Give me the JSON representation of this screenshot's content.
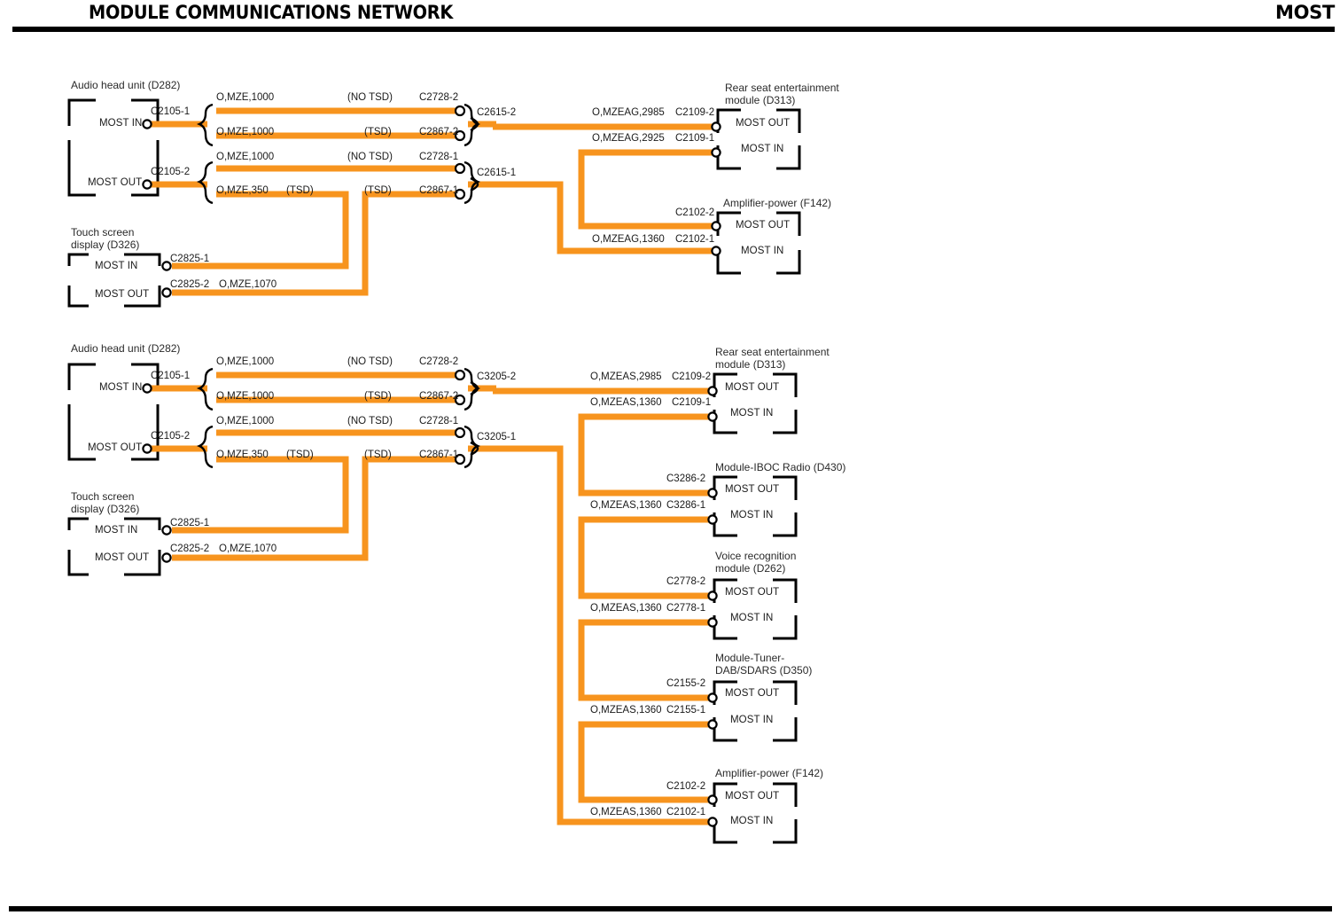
{
  "header": {
    "title": "MODULE COMMUNICATIONS NETWORK",
    "right_label": "MOST"
  },
  "colors": {
    "wire_orange": "#F7941E",
    "ink_black": "#000000",
    "text_gray": "#1a1a1a"
  },
  "pin_labels": {
    "most_in": "MOST IN",
    "most_out": "MOST OUT"
  },
  "diagram_a": {
    "name": "top-network",
    "modules": [
      {
        "id": "d282",
        "title": "Audio head unit (D282)",
        "pins": [
          "MOST IN",
          "MOST OUT"
        ]
      },
      {
        "id": "d326",
        "title": "Touch screen\ndisplay (D326)",
        "title_l1": "Touch screen",
        "title_l2": "display (D326)",
        "pins": [
          "MOST IN",
          "MOST OUT"
        ]
      },
      {
        "id": "d313",
        "title_l1": "Rear seat entertainment",
        "title_l2": "module (D313)",
        "pins": [
          "MOST OUT",
          "MOST IN"
        ]
      },
      {
        "id": "f142",
        "title_l1": "Amplifier-power (F142)",
        "title_l2": "",
        "pins": [
          "MOST OUT",
          "MOST IN"
        ]
      }
    ],
    "connectors": [
      {
        "id": "c2105_1",
        "label": "C2105-1"
      },
      {
        "id": "c2105_2",
        "label": "C2105-2"
      },
      {
        "id": "c2728_2",
        "label": "C2728-2"
      },
      {
        "id": "c2867_2",
        "label": "C2867-2"
      },
      {
        "id": "c2728_1",
        "label": "C2728-1"
      },
      {
        "id": "c2867_1",
        "label": "C2867-1"
      },
      {
        "id": "c2615_2",
        "label": "C2615-2"
      },
      {
        "id": "c2615_1",
        "label": "C2615-1"
      },
      {
        "id": "c2825_1",
        "label": "C2825-1"
      },
      {
        "id": "c2825_2",
        "label": "C2825-2"
      },
      {
        "id": "c2109_2",
        "label": "C2109-2"
      },
      {
        "id": "c2109_1",
        "label": "C2109-1"
      },
      {
        "id": "c2102_2",
        "label": "C2102-2"
      },
      {
        "id": "c2102_1",
        "label": "C2102-1"
      }
    ],
    "wires": [
      {
        "id": "w1",
        "circuit": "O,MZE,1000",
        "tsd": "(NO TSD)"
      },
      {
        "id": "w2",
        "circuit": "O,MZE,1000",
        "tsd": "(TSD)"
      },
      {
        "id": "w3",
        "circuit": "O,MZE,1000",
        "tsd": "(NO TSD)"
      },
      {
        "id": "w4",
        "circuit": "O,MZE,350",
        "tsd_left": "(TSD)",
        "tsd_right": "(TSD)"
      },
      {
        "id": "w5",
        "circuit": "O,MZE,1070"
      },
      {
        "id": "w6",
        "circuit": "O,MZEAG,2985"
      },
      {
        "id": "w7",
        "circuit": "O,MZEAG,2925"
      },
      {
        "id": "w8",
        "circuit": "O,MZEAG,1360"
      }
    ]
  },
  "diagram_b": {
    "name": "bottom-network",
    "modules": [
      {
        "id": "d282b",
        "title": "Audio head unit (D282)",
        "pins": [
          "MOST IN",
          "MOST OUT"
        ]
      },
      {
        "id": "d326b",
        "title_l1": "Touch screen",
        "title_l2": "display (D326)",
        "pins": [
          "MOST IN",
          "MOST OUT"
        ]
      },
      {
        "id": "d313b",
        "title_l1": "Rear seat entertainment",
        "title_l2": "module (D313)",
        "pins": [
          "MOST OUT",
          "MOST IN"
        ]
      },
      {
        "id": "d430",
        "title_l1": "Module-IBOC Radio (D430)",
        "title_l2": "",
        "pins": [
          "MOST OUT",
          "MOST IN"
        ]
      },
      {
        "id": "d262",
        "title_l1": "Voice recognition",
        "title_l2": "module (D262)",
        "pins": [
          "MOST OUT",
          "MOST IN"
        ]
      },
      {
        "id": "d350",
        "title_l1": "Module-Tuner-",
        "title_l2": "DAB/SDARS (D350)",
        "pins": [
          "MOST OUT",
          "MOST IN"
        ]
      },
      {
        "id": "f142b",
        "title_l1": "Amplifier-power (F142)",
        "title_l2": "",
        "pins": [
          "MOST OUT",
          "MOST IN"
        ]
      }
    ],
    "connectors": [
      {
        "id": "c2105_1b",
        "label": "C2105-1"
      },
      {
        "id": "c2105_2b",
        "label": "C2105-2"
      },
      {
        "id": "c2728_2b",
        "label": "C2728-2"
      },
      {
        "id": "c2867_2b",
        "label": "C2867-2"
      },
      {
        "id": "c2728_1b",
        "label": "C2728-1"
      },
      {
        "id": "c2867_1b",
        "label": "C2867-1"
      },
      {
        "id": "c3205_2",
        "label": "C3205-2"
      },
      {
        "id": "c3205_1",
        "label": "C3205-1"
      },
      {
        "id": "c2825_1b",
        "label": "C2825-1"
      },
      {
        "id": "c2825_2b",
        "label": "C2825-2"
      },
      {
        "id": "c2109_2b",
        "label": "C2109-2"
      },
      {
        "id": "c2109_1b",
        "label": "C2109-1"
      },
      {
        "id": "c3286_2",
        "label": "C3286-2"
      },
      {
        "id": "c3286_1",
        "label": "C3286-1"
      },
      {
        "id": "c2778_2",
        "label": "C2778-2"
      },
      {
        "id": "c2778_1",
        "label": "C2778-1"
      },
      {
        "id": "c2155_2",
        "label": "C2155-2"
      },
      {
        "id": "c2155_1",
        "label": "C2155-1"
      },
      {
        "id": "c2102_2b",
        "label": "C2102-2"
      },
      {
        "id": "c2102_1b",
        "label": "C2102-1"
      }
    ],
    "wires": [
      {
        "id": "b1",
        "circuit": "O,MZE,1000",
        "tsd": "(NO TSD)"
      },
      {
        "id": "b2",
        "circuit": "O,MZE,1000",
        "tsd": "(TSD)"
      },
      {
        "id": "b3",
        "circuit": "O,MZE,1000",
        "tsd": "(NO TSD)"
      },
      {
        "id": "b4",
        "circuit": "O,MZE,350",
        "tsd_left": "(TSD)",
        "tsd_right": "(TSD)"
      },
      {
        "id": "b5",
        "circuit": "O,MZE,1070"
      },
      {
        "id": "b6",
        "circuit": "O,MZEAS,2985"
      },
      {
        "id": "b7",
        "circuit": "O,MZEAS,1360"
      },
      {
        "id": "b8",
        "circuit": "O,MZEAS,1360"
      },
      {
        "id": "b9",
        "circuit": "O,MZEAS,1360"
      },
      {
        "id": "b10",
        "circuit": "O,MZEAS,1360"
      },
      {
        "id": "b11",
        "circuit": "O,MZEAS,1360"
      }
    ]
  }
}
